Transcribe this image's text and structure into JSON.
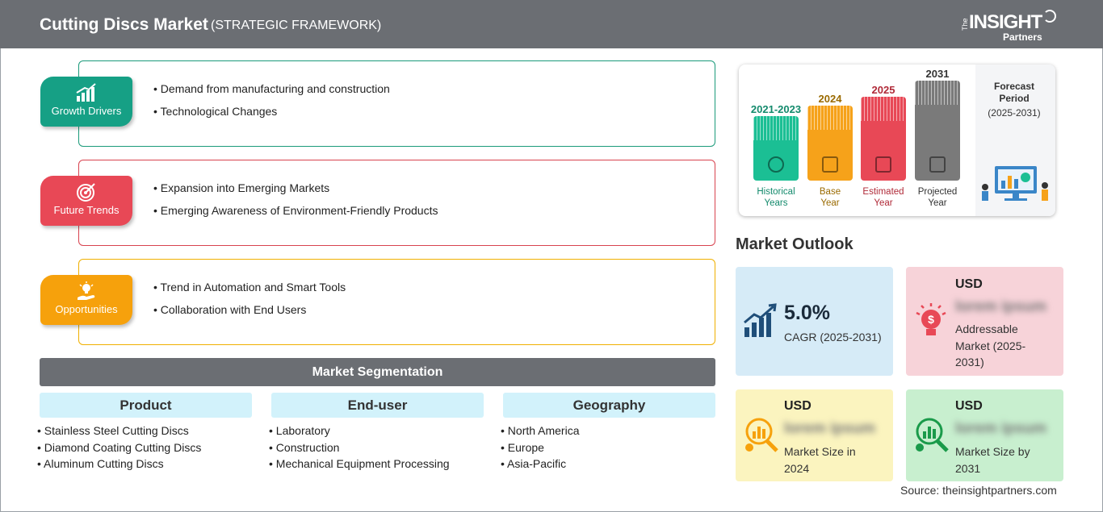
{
  "header": {
    "title": "Cutting Discs Market",
    "subtitle": "(STRATEGIC FRAMEWORK)",
    "logo_the": "The",
    "logo_insight": "INSIGHT",
    "logo_partners": "Partners"
  },
  "framework": {
    "growth_drivers": {
      "label": "Growth Drivers",
      "color": "#16a085",
      "items": [
        "Demand from manufacturing and construction",
        "Technological Changes"
      ]
    },
    "future_trends": {
      "label": "Future Trends",
      "color": "#e84856",
      "items": [
        "Expansion into Emerging Markets",
        "Emerging Awareness of Environment-Friendly Products"
      ]
    },
    "opportunities": {
      "label": "Opportunities",
      "color": "#f6a10c",
      "items": [
        "Trend in Automation and Smart Tools",
        "Collaboration with End Users"
      ]
    }
  },
  "segmentation": {
    "title": "Market Segmentation",
    "columns": [
      {
        "head": "Product",
        "items": [
          "Stainless Steel Cutting Discs",
          "Diamond Coating Cutting Discs",
          "Aluminum Cutting Discs"
        ]
      },
      {
        "head": "End-user",
        "items": [
          "Laboratory",
          "Construction",
          "Mechanical Equipment Processing"
        ]
      },
      {
        "head": "Geography",
        "items": [
          "North America",
          "Europe",
          "Asia-Pacific"
        ]
      }
    ]
  },
  "timeline": {
    "bars": [
      {
        "year": "2021-2023",
        "label1": "Historical",
        "label2": "Years",
        "color": "#1bbf94",
        "text_color": "#138a6c"
      },
      {
        "year": "2024",
        "label1": "Base",
        "label2": "Year",
        "color": "#f6a21a",
        "text_color": "#9a6a00"
      },
      {
        "year": "2025",
        "label1": "Estimated",
        "label2": "Year",
        "color": "#e84856",
        "text_color": "#b02a38"
      },
      {
        "year": "2031",
        "label1": "Projected",
        "label2": "Year",
        "color": "#7a7a7a",
        "text_color": "#333333"
      }
    ],
    "forecast_line1": "Forecast",
    "forecast_line2": "Period",
    "forecast_line3": "(2025-2031)"
  },
  "outlook": {
    "title": "Market Outlook",
    "cagr_value": "5.0%",
    "cagr_label": "CAGR (2025-2031)",
    "addressable_usd": "USD",
    "addressable_value": "lorem ipsum",
    "addressable_label": "Addressable Market (2025-2031)",
    "size2024_usd": "USD",
    "size2024_value": "lorem ipsum",
    "size2024_label": "Market Size in 2024",
    "size2031_usd": "USD",
    "size2031_value": "lorem ipsum",
    "size2031_label": "Market Size by 2031"
  },
  "source": "Source: theinsightpartners.com"
}
